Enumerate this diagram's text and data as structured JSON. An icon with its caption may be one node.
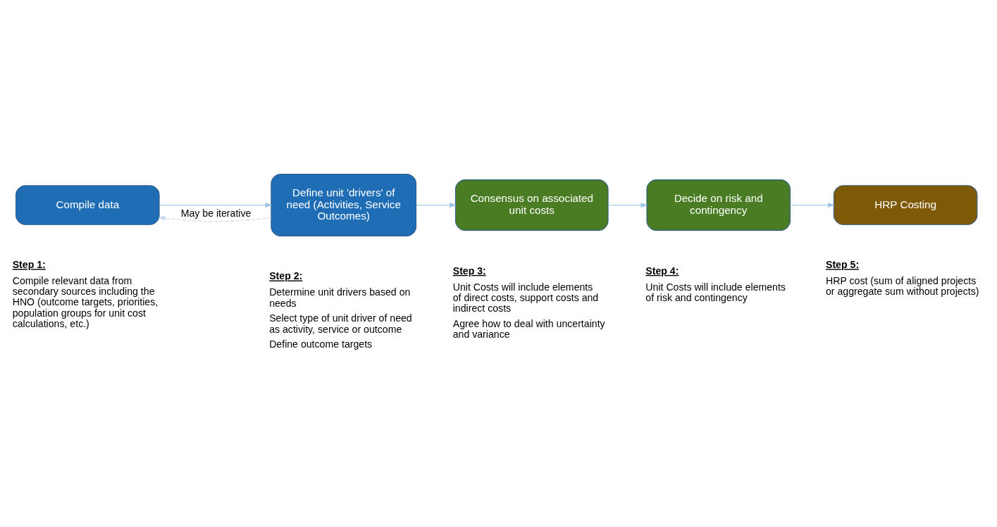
{
  "diagram": {
    "nodes": [
      {
        "text": [
          "Compile data"
        ],
        "beside": [
          "Step 1:",
          "Compile relevant data from secondary sources including the HNO (outcome targets, priorities, population groups for unit cost calculations, etc.)"
        ]
      },
      {
        "text": [
          "Define unit 'drivers' of need (Activities, Service Outcomes)"
        ],
        "beside": [
          "Step 2:",
          "Determine unit drivers based on needs",
          "Select type of unit driver of need as activity, service or outcome",
          "Define outcome targets"
        ]
      },
      {
        "text": [
          "Consensus on associated unit costs"
        ],
        "beside": [
          "Step 3:",
          "Unit Costs will include elements of direct costs, support costs and indirect costs",
          "Agree how to deal with uncertainty and variance"
        ]
      },
      {
        "text": [
          "Decide on risk and contingency"
        ],
        "beside": [
          "Step 4:",
          "Unit Costs will include elements of risk and contingency"
        ]
      },
      {
        "text": [
          "HRP Costing"
        ],
        "beside": [
          "Step 5:",
          "HRP cost (sum of aligned projects or aggregate sum without projects)"
        ]
      }
    ],
    "edges": [
      {
        "from": 0,
        "to": 1,
        "arrow": "to"
      },
      {
        "from": 1,
        "to": 0,
        "arrow": "to",
        "style": "dashed",
        "label": "May be iterative",
        "color": "#c5d9ee"
      },
      {
        "from": 1,
        "to": 2,
        "arrow": "to"
      },
      {
        "from": 2,
        "to": 3,
        "arrow": "to"
      },
      {
        "from": 3,
        "to": 4,
        "arrow": "to"
      }
    ]
  }
}
